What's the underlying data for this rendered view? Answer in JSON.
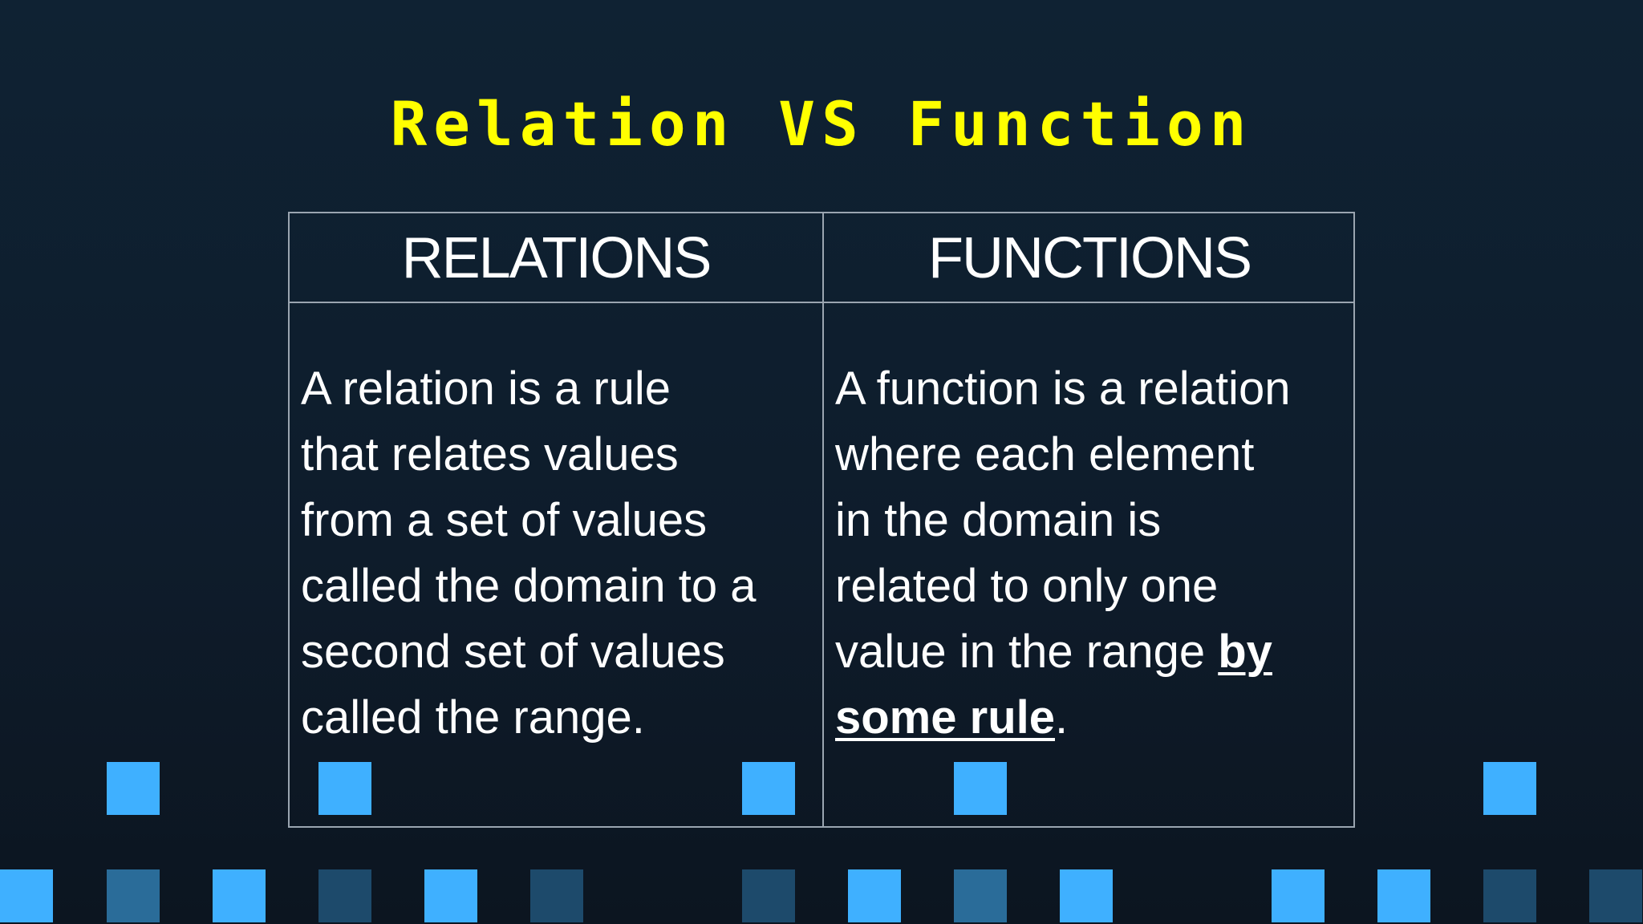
{
  "slide": {
    "title": "Relation VS Function",
    "table": {
      "headers": [
        "RELATIONS",
        "FUNCTIONS"
      ],
      "relations_lines": [
        "A relation is a rule",
        "that relates values",
        "from a set of values",
        "called the domain to a",
        "second set of values",
        "called the range."
      ],
      "functions_lines": {
        "l1": "A function is a relation",
        "l2": "where each element",
        "l3": "in the domain is",
        "l4": "related to only one",
        "l5_prefix": "value in the range ",
        "l5_emph": "by",
        "l6_emph": "some rule",
        "l6_suffix": "."
      }
    }
  },
  "colors": {
    "background": "#0f2233",
    "title": "#ffff00",
    "border": "#9aa5b0",
    "text": "#ffffff",
    "square_bright": "#3fb0ff",
    "square_mid": "#2a6c99",
    "square_dark": "#1d4a6b"
  }
}
